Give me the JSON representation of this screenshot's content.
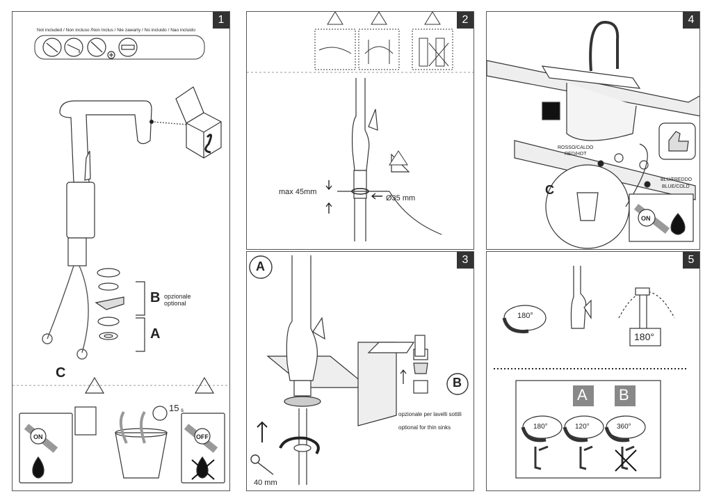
{
  "panels": {
    "p1": {
      "number": "1",
      "not_included": "Not included / Non incluso /Non Inclus / Nie zawarty / No incluido / Nao incluido",
      "label_B_it": "opzionale",
      "label_B_en": "optional",
      "label_A": "A",
      "label_B": "B",
      "label_C": "C",
      "on_label": "ON",
      "off_label": "OFF",
      "timer": "15",
      "timer_unit": "s"
    },
    "p2": {
      "number": "2",
      "max_label": "max 45mm",
      "diameter_label": "Ø35 mm"
    },
    "p3": {
      "number": "3",
      "label_A": "A",
      "label_B": "B",
      "thin_it": "opzionale per lavelli sottili",
      "thin_en": "optional for thin sinks",
      "wrench_size": "40 mm"
    },
    "p4": {
      "number": "4",
      "hot_it": "ROSSO/CALDO",
      "hot_en": "RED/HOT",
      "cold_it": "BLU/FREDDO",
      "cold_en": "BLUE/COLD",
      "label_C": "C",
      "on_label": "ON"
    },
    "p5": {
      "number": "5",
      "rotation_1": "180°",
      "rotation_box": "180°",
      "variant_A": "A",
      "variant_B": "B",
      "rot_a": "180°",
      "rot_b": "120°",
      "rot_c": "360°"
    }
  }
}
